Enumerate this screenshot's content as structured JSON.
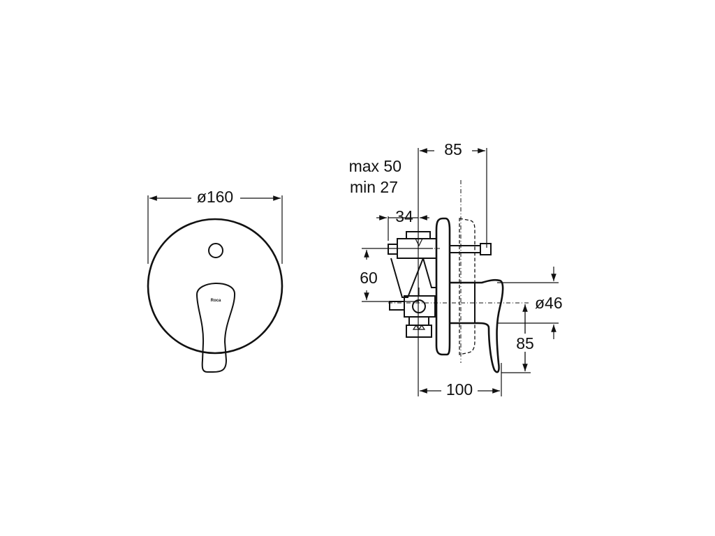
{
  "front_view": {
    "diameter_label": "ø160",
    "brand_mark": "Roca"
  },
  "side_view": {
    "depth_85_label": "85",
    "wall_range_max": "max 50",
    "wall_range_min": "min 27",
    "offset_34_label": "34",
    "spacing_60_label": "60",
    "diameter_46_label": "ø46",
    "height_85_label": "85",
    "length_100_label": "100"
  },
  "colors": {
    "line": "#111111",
    "background": "#ffffff"
  }
}
